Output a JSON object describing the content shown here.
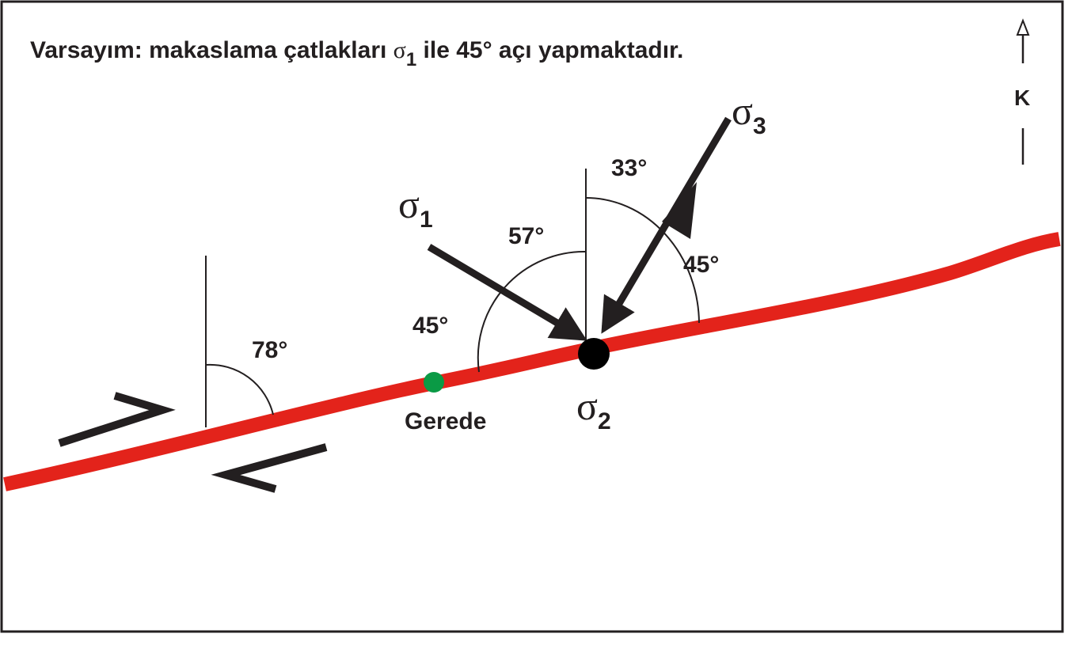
{
  "title": {
    "prefix": "Varsayım: makaslama çatlakları ",
    "sigma_symbol": "σ",
    "sigma_subscript": "1",
    "suffix": " ile 45° açı yapmaktadır."
  },
  "north": {
    "label": "K"
  },
  "stress_labels": {
    "sigma1": {
      "symbol": "σ",
      "subscript": "1"
    },
    "sigma2": {
      "symbol": "σ",
      "subscript": "2"
    },
    "sigma3": {
      "symbol": "σ",
      "subscript": "3"
    }
  },
  "angles": {
    "left_angle": "78°",
    "sigma1_to_north": "57°",
    "sigma1_to_fault": "45°",
    "sigma3_to_north": "33°",
    "sigma3_to_fault": "45°"
  },
  "location": {
    "name": "Gerede"
  },
  "colors": {
    "fault": "#e3231b",
    "ink": "#231f20",
    "location_dot": "#0a9a45",
    "border": "#231f20",
    "background": "#ffffff"
  }
}
